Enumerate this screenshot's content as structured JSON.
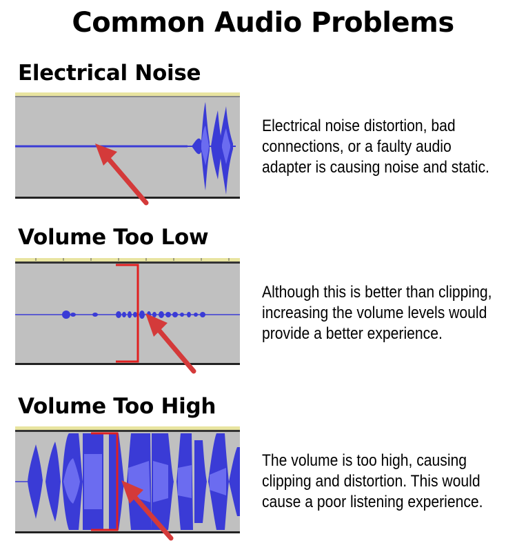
{
  "title": "Common Audio Problems",
  "sections": [
    {
      "heading": "Electrical Noise",
      "description_lines": [
        "Electrical noise distortion, bad",
        "connections, or a faulty audio",
        "adapter is causing noise and static."
      ]
    },
    {
      "heading": "Volume Too Low",
      "description_lines": [
        "Although this is better than clipping,",
        "increasing the volume levels would",
        "provide a better experience."
      ]
    },
    {
      "heading": "Volume Too High",
      "description_lines": [
        "The volume is too high, causing",
        "clipping and distortion. This would",
        "cause a poor listening experience."
      ]
    }
  ],
  "colors": {
    "waveform": "#3a3bd6",
    "waveform_light": "#6b6cf0",
    "track_background": "#c0c0c0",
    "arrow": "#d43a3a",
    "bracket": "#e02020",
    "ruler": "#e8e4a0"
  }
}
